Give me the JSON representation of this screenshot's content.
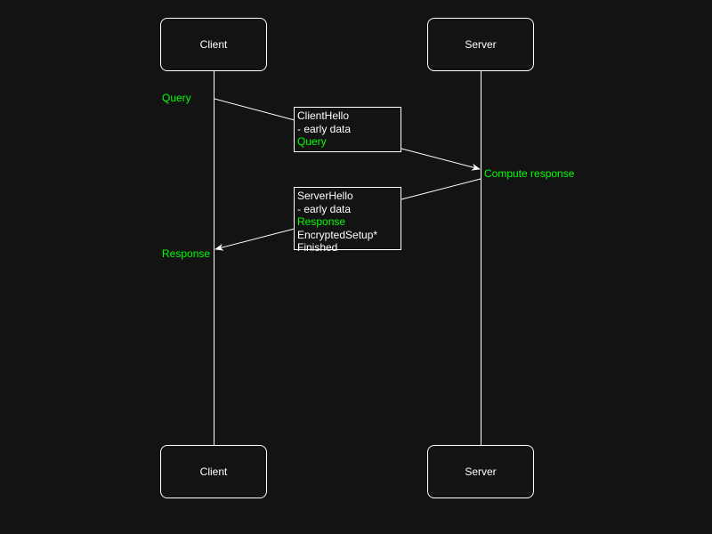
{
  "colors": {
    "background": "#131313",
    "stroke": "#ffffff",
    "highlight": "#00ff00"
  },
  "actors": {
    "client": "Client",
    "server": "Server"
  },
  "client_query": "Query",
  "client_response": "Response",
  "server_compute": "Compute response",
  "client_hello_box": {
    "lines": [
      "ClientHello",
      "- early data",
      "Query"
    ]
  },
  "server_hello_box": {
    "lines": [
      "ServerHello",
      "- early data",
      "Response",
      "EncryptedSetup*",
      "Finished"
    ]
  }
}
